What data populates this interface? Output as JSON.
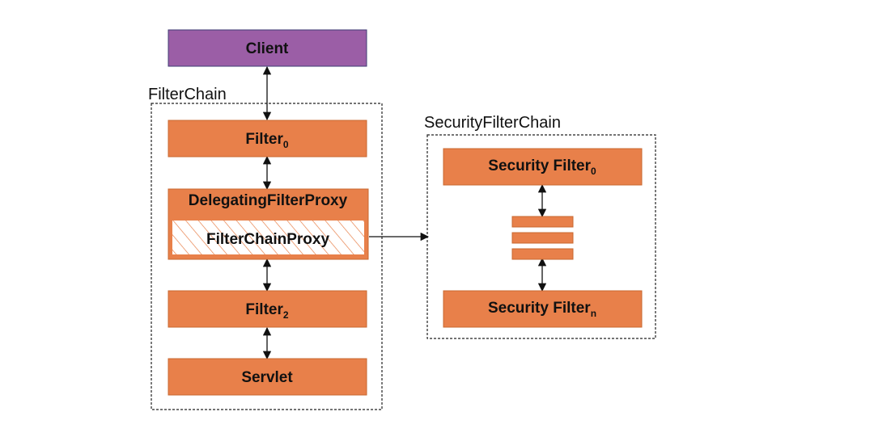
{
  "colors": {
    "client_fill": "#9b5ea6",
    "client_stroke": "#3f3d74",
    "node_fill": "#e8804a",
    "node_stroke": "#c86830",
    "hatch": "#e8804a",
    "line": "#111111"
  },
  "groups": {
    "filter_chain": {
      "title": "FilterChain"
    },
    "security_filter_chain": {
      "title": "SecurityFilterChain"
    }
  },
  "nodes": {
    "client": {
      "label": "Client"
    },
    "filter0": {
      "label": "Filter",
      "sub": "0"
    },
    "delegating_proxy": {
      "label": "DelegatingFilterProxy"
    },
    "filter_chain_proxy": {
      "label": "FilterChainProxy"
    },
    "filter2": {
      "label": "Filter",
      "sub": "2"
    },
    "servlet": {
      "label": "Servlet"
    },
    "security_filter0": {
      "label": "Security Filter",
      "sub": "0"
    },
    "security_filtern": {
      "label": "Security Filter",
      "sub": "n"
    }
  }
}
